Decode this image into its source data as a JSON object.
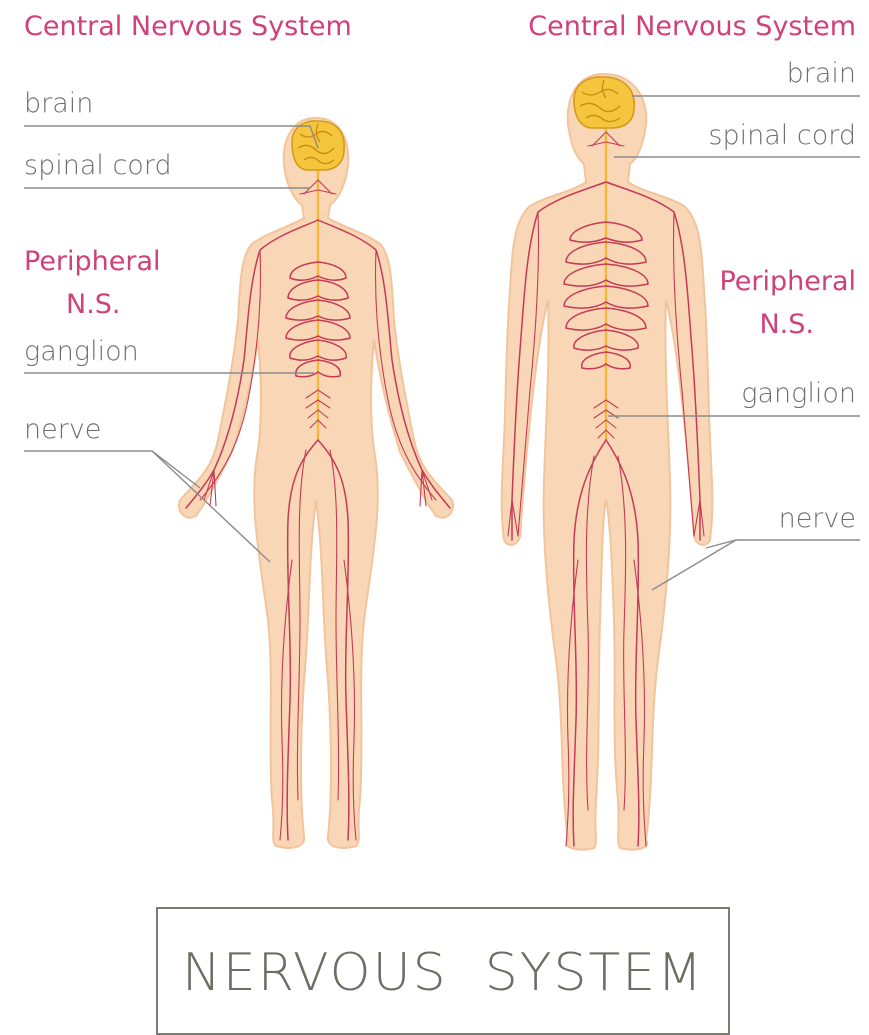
{
  "title": "NERVOUS  SYSTEM",
  "colors": {
    "accent_text": "#d0407a",
    "label_text": "#6e6e6e",
    "skin": "#f9d7b6",
    "nerve": "#c53a55",
    "brain": "#f4c53d",
    "spinal_cord": "#f2b63a"
  },
  "left_figure": {
    "figure": "female",
    "labels": {
      "cns_header": "Central Nervous  System",
      "brain": "brain",
      "spinal_cord": "spinal cord",
      "peripheral_line1": "Peripheral",
      "peripheral_line2": "N.S.",
      "ganglion": "ganglion",
      "nerve": "nerve"
    }
  },
  "right_figure": {
    "figure": "male",
    "labels": {
      "cns_header": "Central Nervous  System",
      "brain": "brain",
      "spinal_cord": "spinal cord",
      "peripheral_line1": "Peripheral",
      "peripheral_line2": "N.S.",
      "ganglion": "ganglion",
      "nerve": "nerve"
    }
  }
}
